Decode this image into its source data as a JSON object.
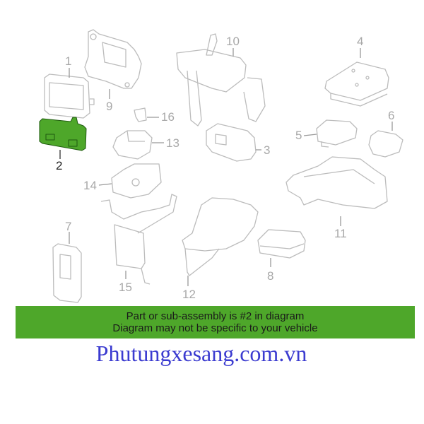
{
  "diagram": {
    "highlighted_part": "2",
    "highlight_color": "#4ea72a",
    "line_color": "#bcbcbc",
    "callouts": [
      {
        "id": "1",
        "label": "1"
      },
      {
        "id": "2",
        "label": "2"
      },
      {
        "id": "3",
        "label": "3"
      },
      {
        "id": "4",
        "label": "4"
      },
      {
        "id": "5",
        "label": "5"
      },
      {
        "id": "6",
        "label": "6"
      },
      {
        "id": "7",
        "label": "7"
      },
      {
        "id": "8",
        "label": "8"
      },
      {
        "id": "9",
        "label": "9"
      },
      {
        "id": "10",
        "label": "10"
      },
      {
        "id": "11",
        "label": "11"
      },
      {
        "id": "12",
        "label": "12"
      },
      {
        "id": "13",
        "label": "13"
      },
      {
        "id": "14",
        "label": "14"
      },
      {
        "id": "15",
        "label": "15"
      },
      {
        "id": "16",
        "label": "16"
      }
    ]
  },
  "banner": {
    "line1": "Part or sub-assembly is #2 in diagram",
    "line2": "Diagram may not be specific to your vehicle",
    "color": "#4ea72a"
  },
  "watermark": {
    "text": "Phutungxesang.com.vn",
    "color": "#3b3bd0"
  }
}
